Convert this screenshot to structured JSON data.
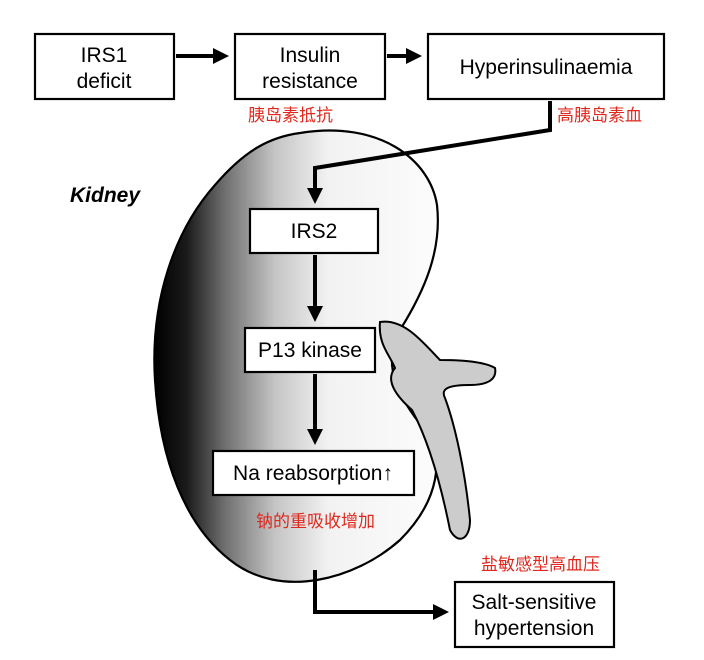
{
  "diagram": {
    "boxes": {
      "irs1": [
        "IRS1",
        "deficit"
      ],
      "insulin": [
        "Insulin",
        "resistance"
      ],
      "hyper": "Hyperinsulinaemia",
      "irs2": "IRS2",
      "p13": "P13 kinase",
      "na": "Na reabsorption↑",
      "salt": [
        "Salt-sensitive",
        "hypertension"
      ]
    },
    "kidney_label": "Kidney",
    "annotations": {
      "insulin_resistance_cn": "胰岛素抵抗",
      "hyperinsulinaemia_cn": "高胰岛素血",
      "na_reabsorption_cn": "钠的重吸收增加",
      "salt_sensitive_cn": "盐敏感型高血压"
    },
    "colors": {
      "annotation": "#e0281e",
      "kidney_fill": "#ffffff",
      "ureter_fill": "#cccccc",
      "outline": "#000000"
    }
  }
}
